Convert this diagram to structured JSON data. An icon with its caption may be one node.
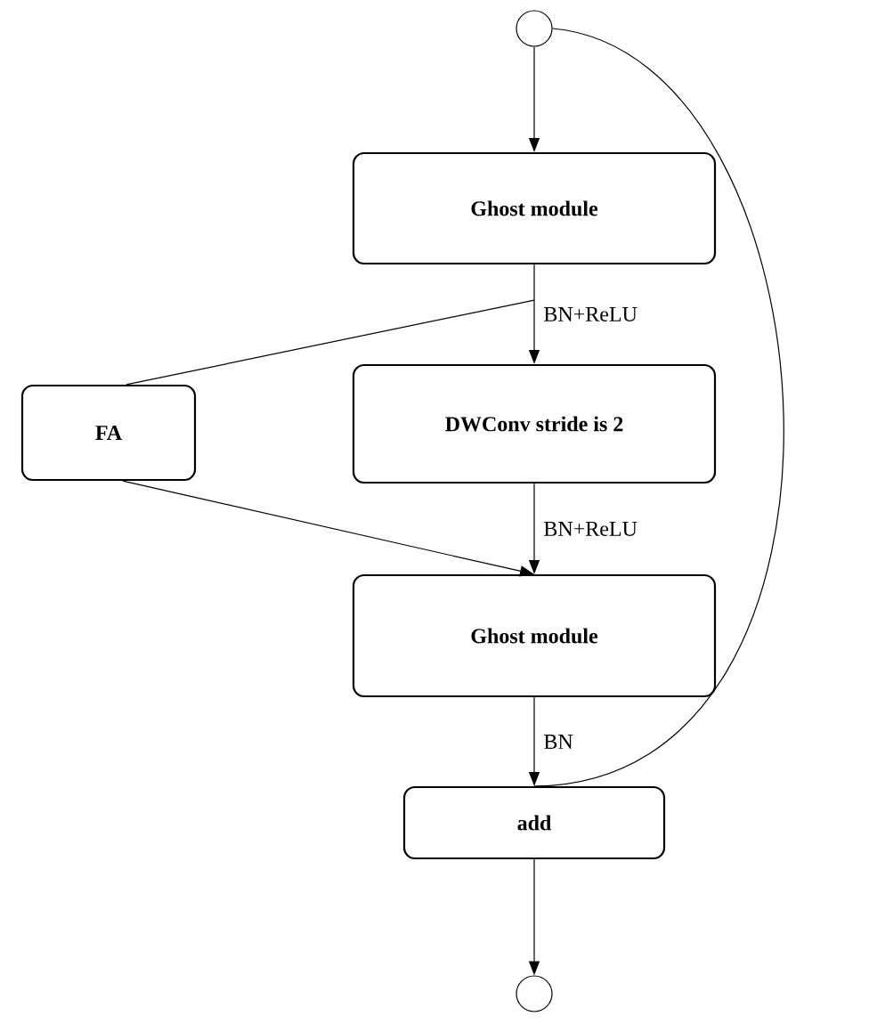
{
  "diagram": {
    "nodes": [
      {
        "text": [],
        "shape": "circle"
      },
      {
        "text": [
          "Ghost module"
        ]
      },
      {
        "text": [
          "FA"
        ]
      },
      {
        "text": [
          "DWConv stride is 2"
        ]
      },
      {
        "text": [
          "Ghost module"
        ]
      },
      {
        "text": [
          "add"
        ]
      },
      {
        "text": [],
        "shape": "circle"
      }
    ],
    "edges": [
      {
        "from": 0,
        "to": 1,
        "arrow": "to"
      },
      {
        "from": 1,
        "to": 3,
        "arrow": "to",
        "label": "BN+ReLU"
      },
      {
        "from": 1,
        "to": 2,
        "arrow": "none"
      },
      {
        "from": 2,
        "to": 4,
        "arrow": "to"
      },
      {
        "from": 3,
        "to": 4,
        "arrow": "to",
        "label": "BN+ReLU"
      },
      {
        "from": 4,
        "to": 5,
        "arrow": "to",
        "label": "BN"
      },
      {
        "from": 0,
        "to": 5,
        "arrow": "none"
      },
      {
        "from": 5,
        "to": 6,
        "arrow": "to"
      }
    ]
  }
}
